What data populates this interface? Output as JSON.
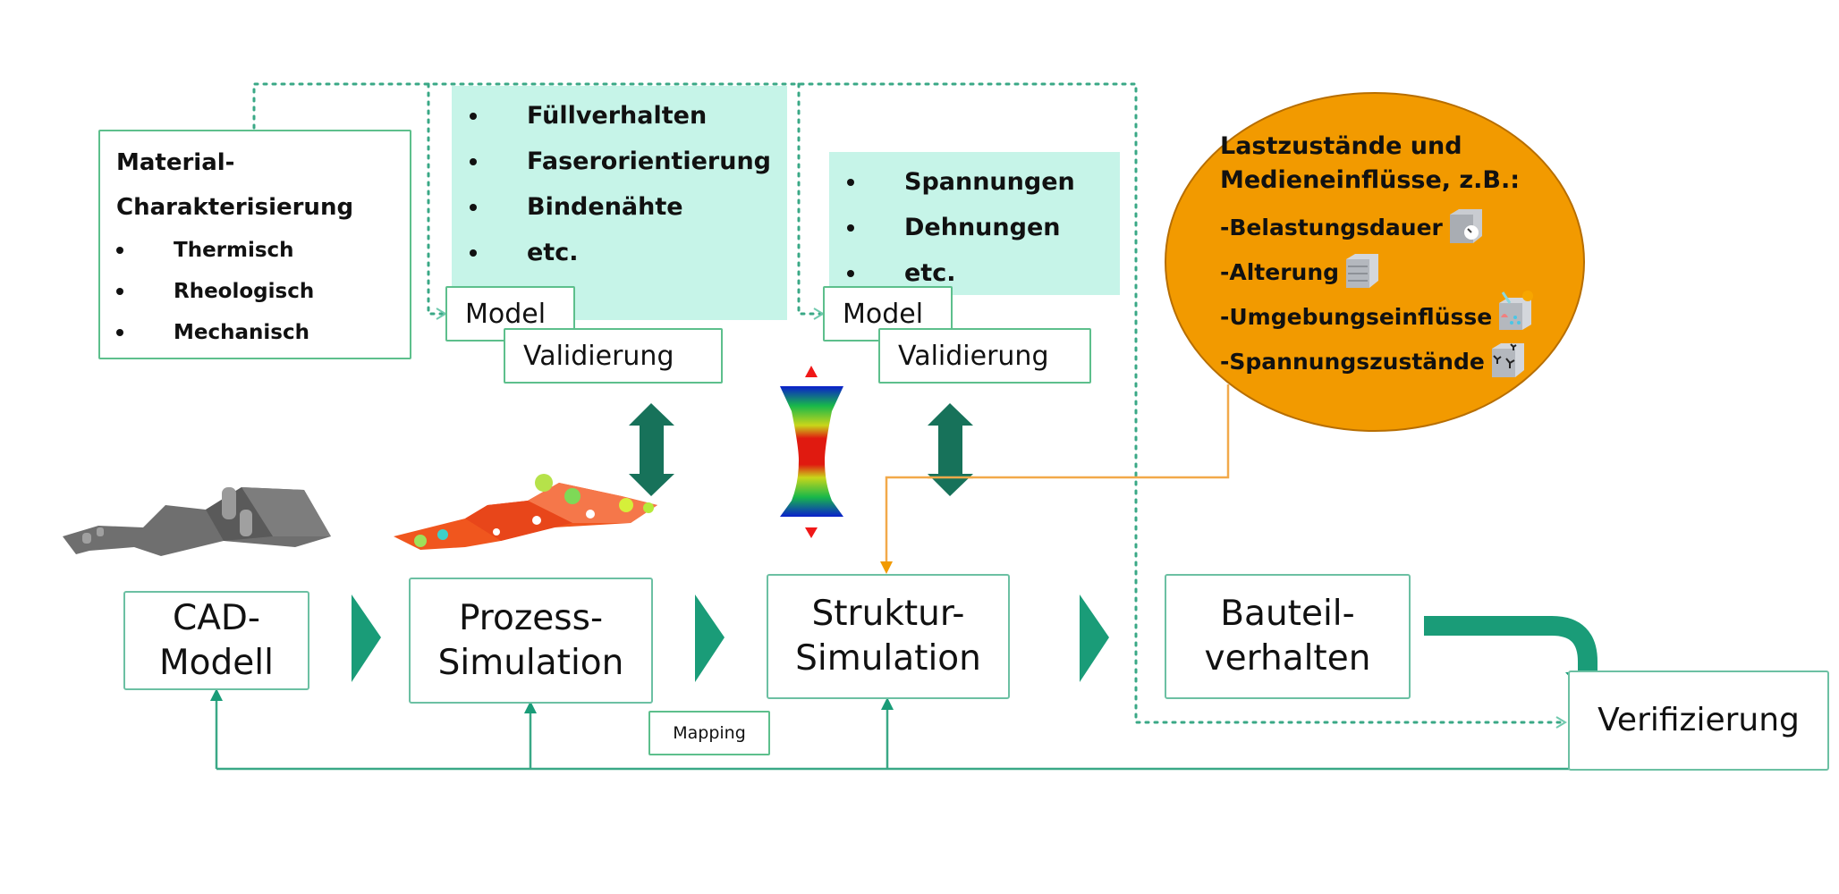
{
  "colors": {
    "accent_green": "#1a9c78",
    "dark_green": "#17725a",
    "box_border": "#6cc0a3",
    "dotted_line": "#3aa886",
    "mint_fill": "#c6f4e8",
    "orange": "#f29a00",
    "orange_line": "#f2a94a"
  },
  "material": {
    "title_line1": "Material-",
    "title_line2": "Charakterisierung",
    "items": [
      "Thermisch",
      "Rheologisch",
      "Mechanisch"
    ]
  },
  "process_results": {
    "items": [
      "Füllverhalten",
      "Faserorientierung",
      "Bindenähte",
      "etc."
    ],
    "model_label": "Model",
    "validation_label": "Validierung"
  },
  "structure_results": {
    "items": [
      "Spannungen",
      "Dehnungen",
      "etc."
    ],
    "model_label": "Model",
    "validation_label": "Validierung"
  },
  "load_cases": {
    "title_line1": "Lastzustände und",
    "title_line2": "Medieneinflüsse, z.B.:",
    "items": [
      {
        "label": "-Belastungsdauer",
        "icon": "clock-cube-icon"
      },
      {
        "label": "-Alterung",
        "icon": "layered-cube-icon"
      },
      {
        "label": "-Umgebungseinflüsse",
        "icon": "environment-cube-icon"
      },
      {
        "label": "-Spannungszustände",
        "icon": "stress-cube-icon"
      }
    ]
  },
  "images": {
    "cad_part": "gray-cad-part-icon",
    "process_part": "fiber-orientation-part-icon",
    "tensile_specimen": "tensile-specimen-icon"
  },
  "flow": {
    "cad": {
      "line1": "CAD-",
      "line2": "Modell"
    },
    "process": {
      "line1": "Prozess-",
      "line2": "Simulation"
    },
    "structure": {
      "line1": "Struktur-",
      "line2": "Simulation"
    },
    "component": {
      "line1": "Bauteil-",
      "line2": "verhalten"
    },
    "verification": "Verifizierung",
    "mapping": "Mapping"
  }
}
